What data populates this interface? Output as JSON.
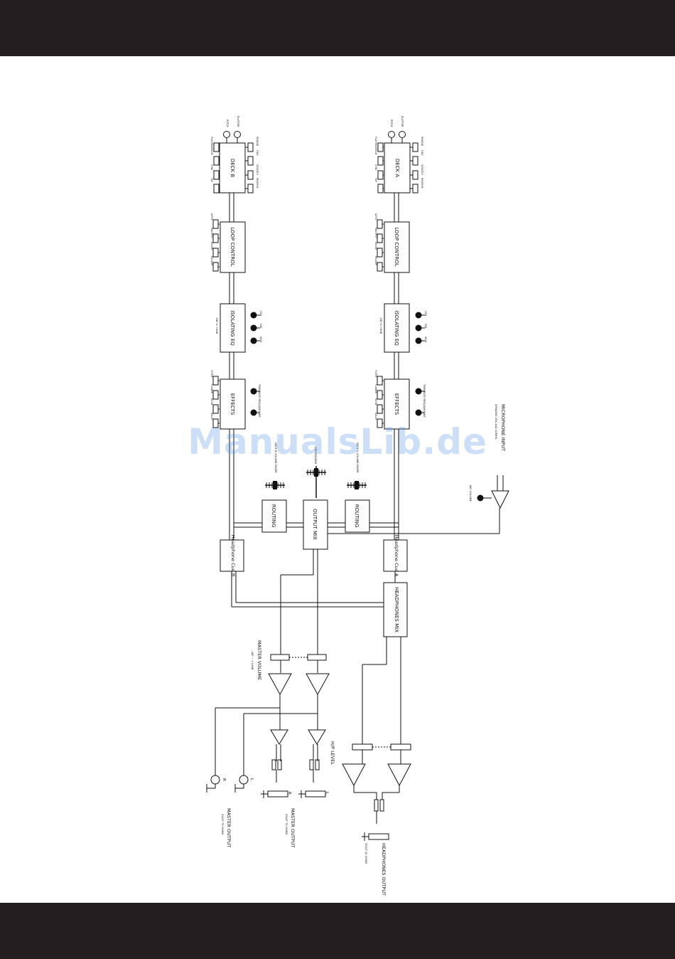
{
  "blocks": {
    "deck_b": "DECK B",
    "deck_a": "DECK A",
    "loop_control": "LOOP CONTROL",
    "isolating_eq": "ISOLATING EQ",
    "effects": "EFFECTS",
    "routing": "ROUTING",
    "output_mix": "OUTPUT MIX",
    "cue_b": "Headphone Cue B",
    "cue_a": "Headphone Cue A",
    "headphones_mix": "HEADPHONES MIX"
  },
  "deck": {
    "top_knobs": [
      "PLATTER",
      "PITCH"
    ],
    "left_buttons": [
      "PLAY/PAUSE",
      "CUE",
      "SYNC",
      "TAP"
    ],
    "right_buttons": [
      "REWIND",
      "FWD",
      "SCRATCH",
      "REVERSE"
    ]
  },
  "loop": {
    "buttons": [
      "AUTO",
      "MULTIPLY",
      "DIVIDE",
      "RELOOP"
    ]
  },
  "eq": {
    "knobs": [
      "LOW",
      "MID",
      "HIGH"
    ],
    "range": "-INF to +6dB"
  },
  "fx": {
    "buttons": [
      "FILTER",
      "FLANGE",
      "ECHO",
      "DELAY"
    ],
    "knobs_label": "TIME/RATE FREQ/AMOUNT"
  },
  "faders": {
    "deck_b": "DECK B VOLUME FADER",
    "cross": "CROSSFADER",
    "deck_a": "DECK A VOLUME FADER"
  },
  "mic": {
    "title": "MICROPHONE INPUT",
    "spec": "DYNAMIC 20k-1kΩ 10MHS",
    "volume": "MIC VOLUME"
  },
  "master": {
    "title": "MASTER VOLUME",
    "range": "-INF ~ +10dB"
  },
  "hp_level": "H/P LEVEL",
  "outputs": {
    "master_rca": "MASTER OUTPUT",
    "master_rca_spec": "ZOUT 75 OHMS",
    "master_xlr": "MASTER OUTPUT",
    "master_xlr_spec": "ZOUT 75 OHMS",
    "headphones": "HEADPHONES OUTPUT",
    "headphones_spec": "ZOUT 32 OHMS",
    "r": "R",
    "l": "L"
  },
  "watermark": "ManualsLib.de"
}
